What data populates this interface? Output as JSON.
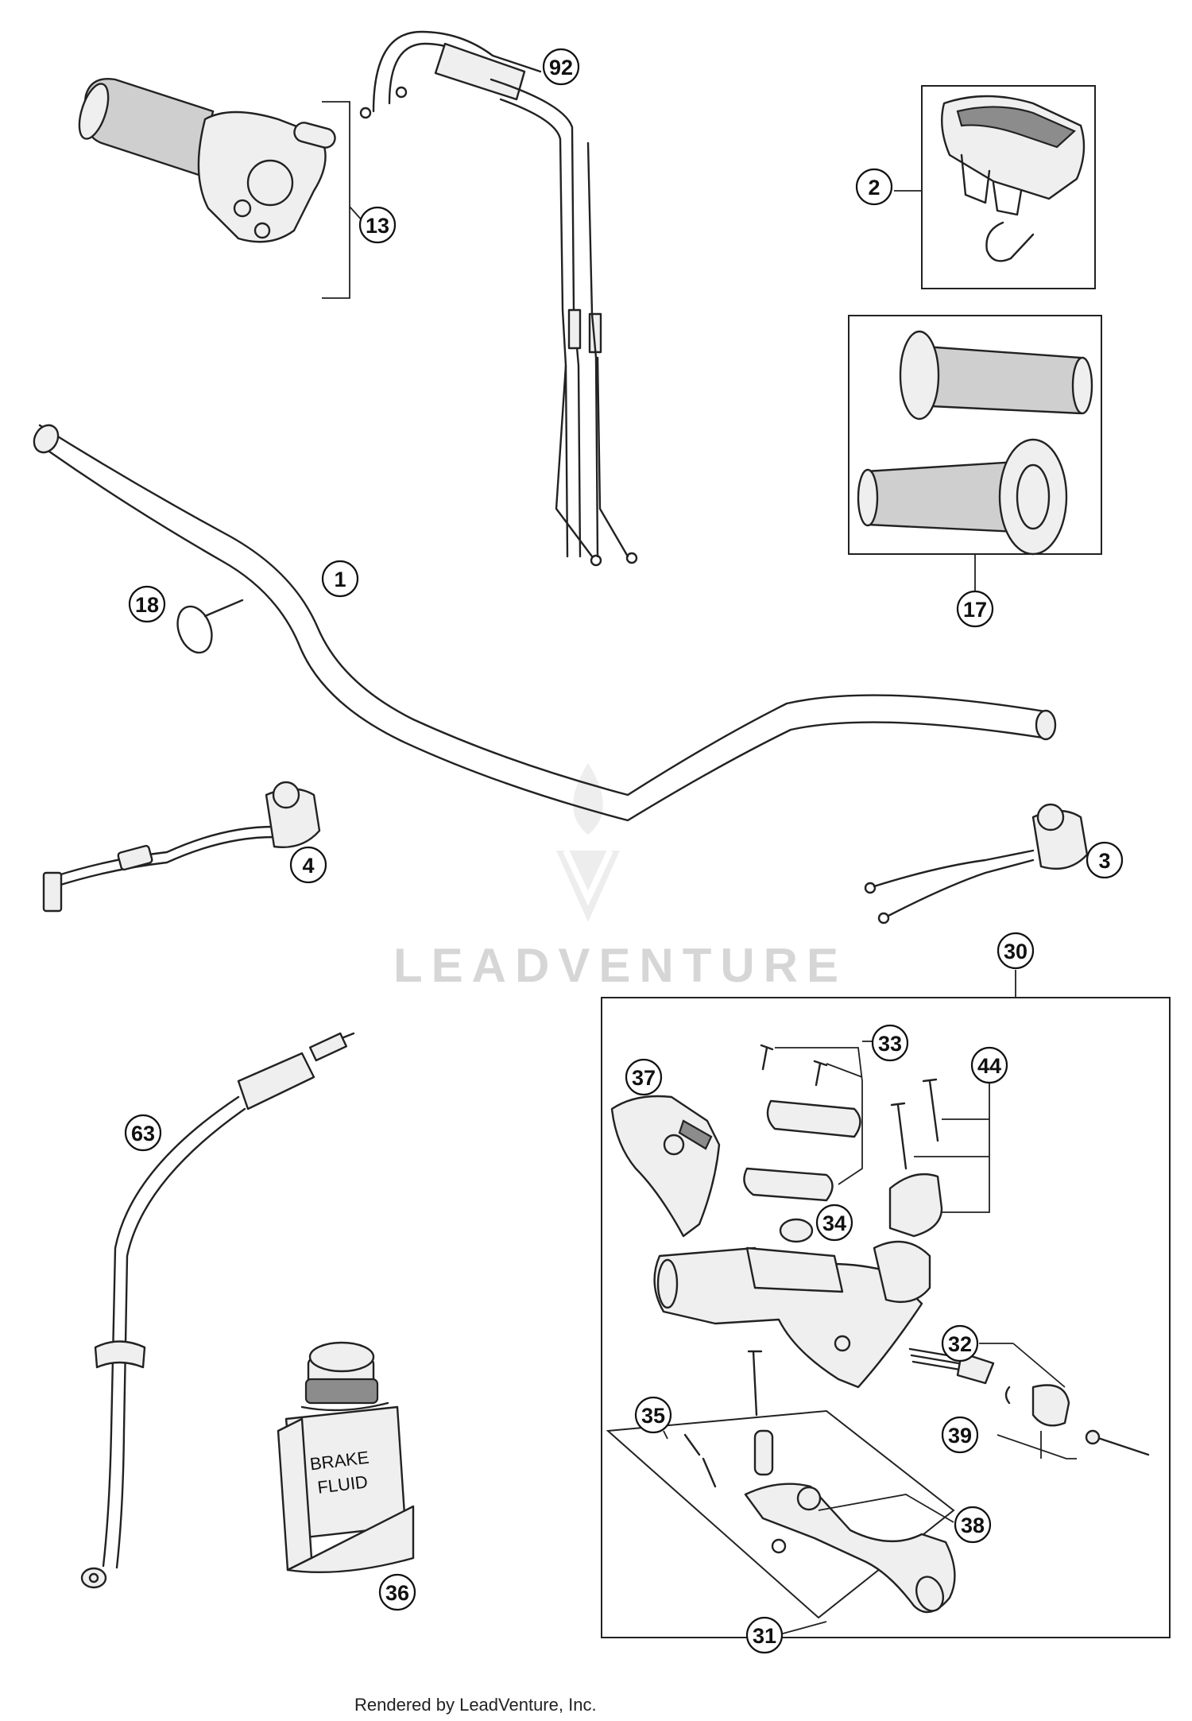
{
  "callouts": {
    "c1": "1",
    "c2": "2",
    "c3": "3",
    "c4": "4",
    "c13": "13",
    "c17": "17",
    "c18": "18",
    "c30": "30",
    "c31": "31",
    "c32": "32",
    "c33": "33",
    "c34": "34",
    "c35": "35",
    "c36": "36",
    "c37": "37",
    "c38": "38",
    "c39": "39",
    "c44": "44",
    "c63": "63",
    "c92": "92"
  },
  "brake_fluid": {
    "line1": "BRAKE",
    "line2": "FLUID"
  },
  "watermark": {
    "text": "LEADVENTURE"
  },
  "footer": {
    "text": "Rendered by LeadVenture, Inc."
  }
}
